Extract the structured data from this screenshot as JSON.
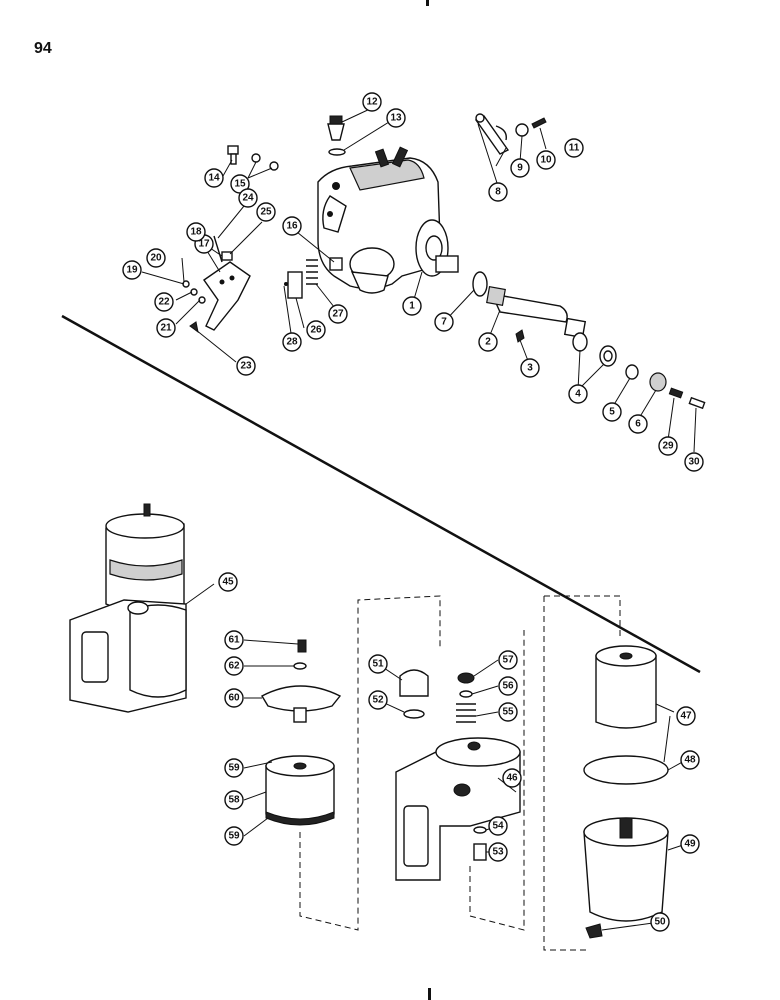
{
  "page": {
    "number": "94"
  },
  "callouts": {
    "c1": "1",
    "c2": "2",
    "c3": "3",
    "c4": "4",
    "c5": "5",
    "c6": "6",
    "c7": "7",
    "c8": "8",
    "c9": "9",
    "c10": "10",
    "c11": "11",
    "c12": "12",
    "c13": "13",
    "c14": "14",
    "c15": "15",
    "c16": "16",
    "c17": "17",
    "c18": "18",
    "c19": "19",
    "c20": "20",
    "c21": "21",
    "c22": "22",
    "c23": "23",
    "c24": "24",
    "c25": "25",
    "c26": "26",
    "c27": "27",
    "c28": "28",
    "c29": "29",
    "c30": "30",
    "c45": "45",
    "c46": "46",
    "c47": "47",
    "c48": "48",
    "c49": "49",
    "c50": "50",
    "c51": "51",
    "c52": "52",
    "c53": "53",
    "c54": "54",
    "c55": "55",
    "c56": "56",
    "c57": "57",
    "c58": "58",
    "c59a": "59",
    "c59b": "59",
    "c60": "60",
    "c61": "61",
    "c62": "62"
  }
}
